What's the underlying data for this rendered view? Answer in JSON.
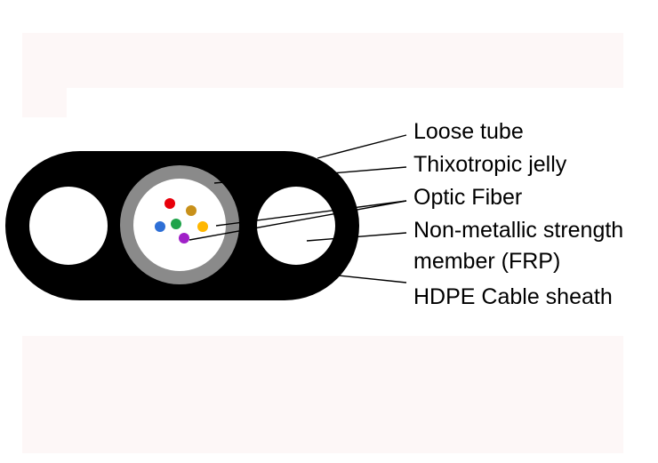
{
  "diagram": {
    "labels": {
      "loose_tube": "Loose tube",
      "jelly": "Thixotropic jelly",
      "fiber": "Optic Fiber",
      "frp_line1": "Non-metallic strength",
      "frp_line2": "member (FRP)",
      "sheath": "HDPE Cable sheath"
    },
    "fiber_colors": [
      "#e8000b",
      "#c8901a",
      "#2e6fd6",
      "#1fa34a",
      "#ffb700",
      "#a020c8"
    ]
  },
  "colors": {
    "sheath": "#000000",
    "tube": "#8a8a8a",
    "core": "#ffffff",
    "rod": "#ffffff",
    "leader": "#000000"
  }
}
